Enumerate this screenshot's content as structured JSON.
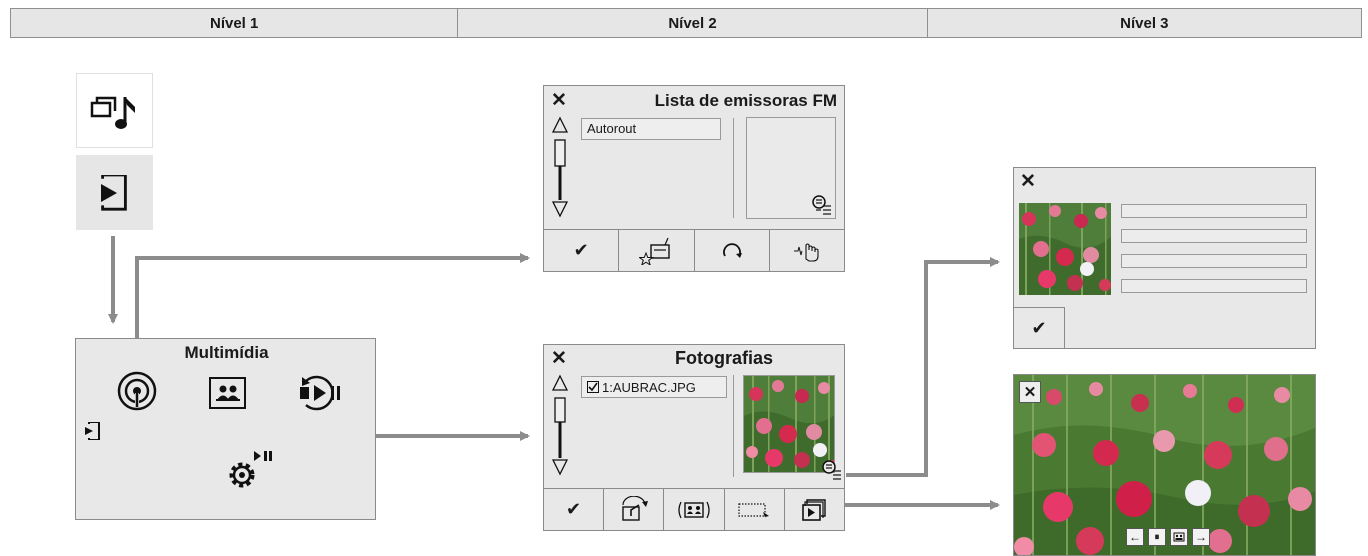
{
  "header": {
    "level1": "Nível 1",
    "level2": "Nível 2",
    "level3": "Nível 3"
  },
  "multimedia": {
    "title": "Multimídia"
  },
  "fm_list": {
    "close": "✕",
    "title": "Lista de emissoras FM",
    "item": "Autorout",
    "buttons": [
      "✔",
      "favorite-radio-icon",
      "refresh-icon",
      "touch-icon"
    ]
  },
  "photos": {
    "close": "✕",
    "title": "Fotografias",
    "item": "1:AUBRAC.JPG",
    "buttons": [
      "✔",
      "rotate-icon",
      "slideshow-icon",
      "selection-icon",
      "fullscreen-icon"
    ]
  },
  "photo_info": {
    "close": "✕",
    "confirm": "✔"
  },
  "slideshow": {
    "close": "✕",
    "prev": "←",
    "pause": "⏸",
    "next": "→"
  },
  "colors": {
    "panel": "#e8e8e8",
    "arrow": "#8c8c8c",
    "border": "#8a8a8a"
  }
}
